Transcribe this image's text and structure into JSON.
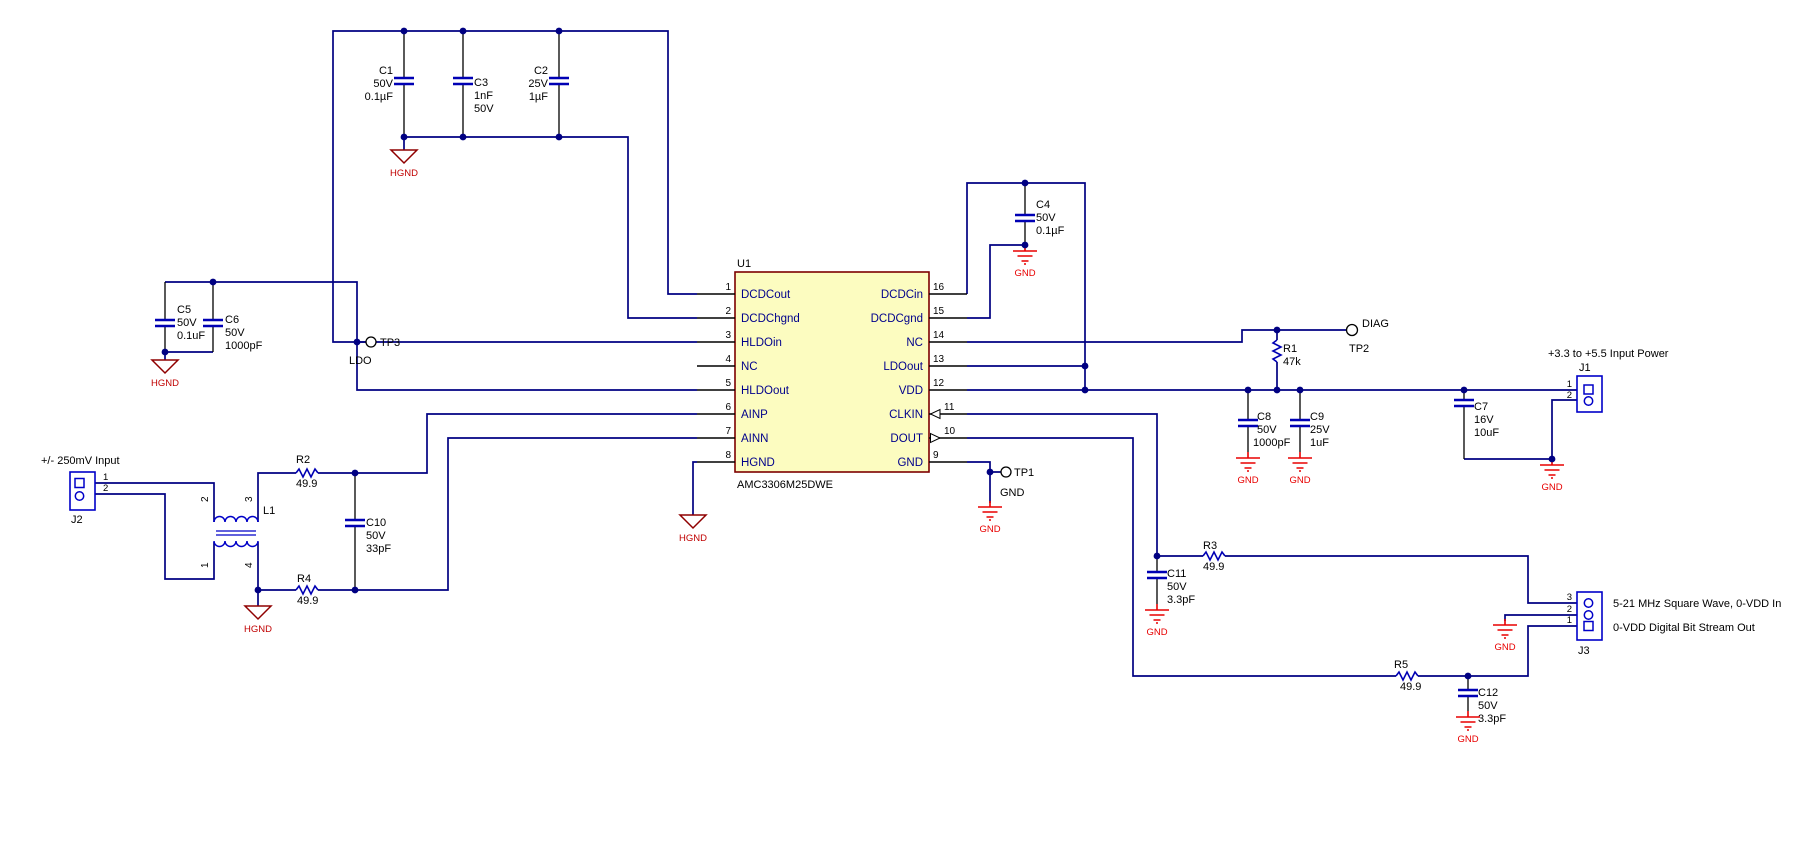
{
  "u1": {
    "ref": "U1",
    "part": "AMC3306M25DWE",
    "left": [
      {
        "n": "1",
        "name": "DCDCout"
      },
      {
        "n": "2",
        "name": "DCDChgnd"
      },
      {
        "n": "3",
        "name": "HLDOin"
      },
      {
        "n": "4",
        "name": "NC"
      },
      {
        "n": "5",
        "name": "HLDOout"
      },
      {
        "n": "6",
        "name": "AINP"
      },
      {
        "n": "7",
        "name": "AINN"
      },
      {
        "n": "8",
        "name": "HGND"
      }
    ],
    "right": [
      {
        "n": "16",
        "name": "DCDCin"
      },
      {
        "n": "15",
        "name": "DCDCgnd"
      },
      {
        "n": "14",
        "name": "NC"
      },
      {
        "n": "13",
        "name": "LDOout"
      },
      {
        "n": "12",
        "name": "VDD"
      },
      {
        "n": "11",
        "name": "CLKIN"
      },
      {
        "n": "10",
        "name": "DOUT"
      },
      {
        "n": "9",
        "name": "GND"
      }
    ]
  },
  "caps": {
    "c1": [
      "C1",
      "50V",
      "0.1µF"
    ],
    "c2": [
      "C2",
      "25V",
      "1µF"
    ],
    "c3": [
      "C3",
      "1nF",
      "50V"
    ],
    "c4": [
      "C4",
      "50V",
      "0.1µF"
    ],
    "c5": [
      "C5",
      "50V",
      "0.1uF"
    ],
    "c6": [
      "C6",
      "50V",
      "1000pF"
    ],
    "c7": [
      "C7",
      "16V",
      "10uF"
    ],
    "c8": [
      "C8",
      "50V",
      "1000pF"
    ],
    "c9": [
      "C9",
      "25V",
      "1uF"
    ],
    "c10": [
      "C10",
      "50V",
      "33pF"
    ],
    "c11": [
      "C11",
      "50V",
      "3.3pF"
    ],
    "c12": [
      "C12",
      "50V",
      "3.3pF"
    ]
  },
  "res": {
    "r1": [
      "R1",
      "47k"
    ],
    "r2": [
      "R2",
      "49.9"
    ],
    "r3": [
      "R3",
      "49.9"
    ],
    "r4": [
      "R4",
      "49.9"
    ],
    "r5": [
      "R5",
      "49.9"
    ]
  },
  "l1": {
    "ref": "L1",
    "p1": "1",
    "p2": "2",
    "p3": "3",
    "p4": "4"
  },
  "j1": {
    "ref": "J1",
    "n1": "1",
    "n2": "2",
    "note": "+3.3 to +5.5 Input Power"
  },
  "j2": {
    "ref": "J2",
    "n1": "1",
    "n2": "2",
    "note": "+/- 250mV Input"
  },
  "j3": {
    "ref": "J3",
    "n1": "1",
    "n2": "2",
    "n3": "3",
    "note_in": "5-21 MHz Square Wave, 0-VDD In",
    "note_out": "0-VDD Digital Bit Stream Out"
  },
  "tp": {
    "tp1": "TP1",
    "tp1_net": "GND",
    "tp2": "TP2",
    "tp2_net": "DIAG",
    "tp3": "TP3",
    "tp3_net": "LDO"
  },
  "gnd": "GND",
  "hgnd": "HGND",
  "colors": {
    "wire": "#000082",
    "ic_fill": "#FCFCC0",
    "ic_border": "#7D0000",
    "gnd": "#E80000",
    "hgnd": "#8F0000",
    "connector": "#0000C8"
  }
}
